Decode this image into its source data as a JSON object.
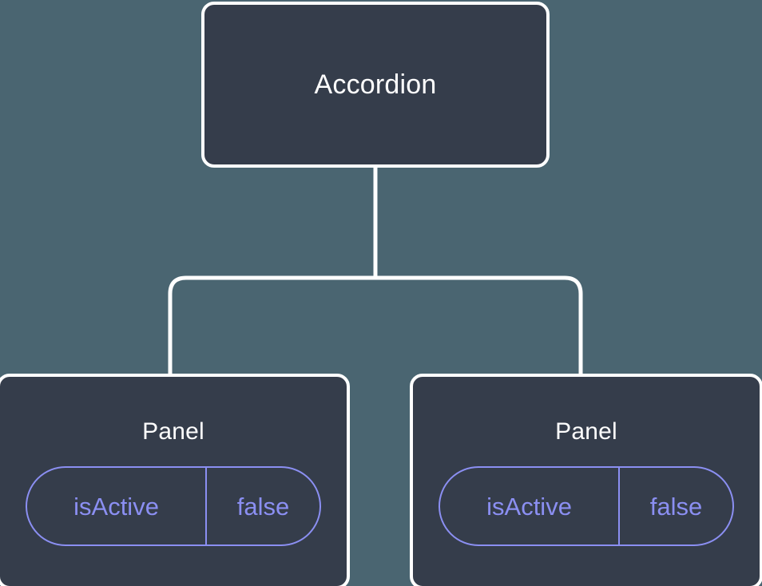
{
  "diagram": {
    "type": "component-tree",
    "background_color": "#4a6571",
    "node_fill_color": "#353d4b",
    "node_border_color": "#ffffff",
    "connector_color": "#ffffff",
    "prop_accent_color": "#8b8ff2",
    "root": {
      "label": "Accordion"
    },
    "children": [
      {
        "label": "Panel",
        "props": [
          {
            "key": "isActive",
            "value": "false"
          }
        ]
      },
      {
        "label": "Panel",
        "props": [
          {
            "key": "isActive",
            "value": "false"
          }
        ]
      }
    ]
  }
}
